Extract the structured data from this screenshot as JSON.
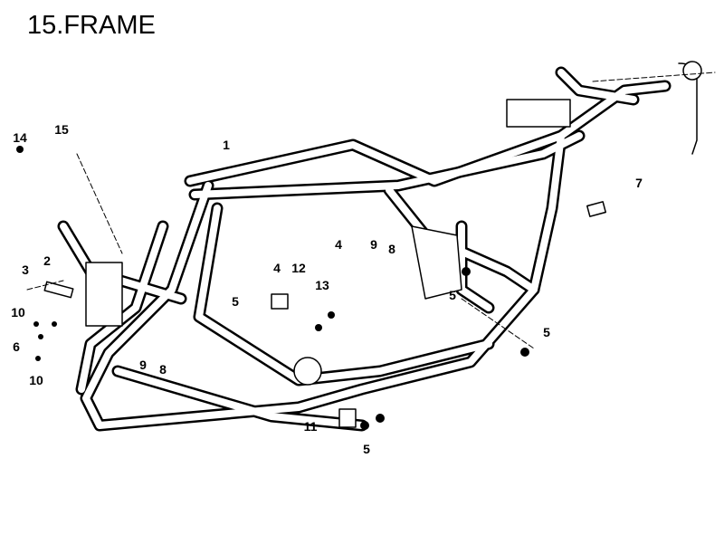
{
  "title": "15.FRAME",
  "callouts": [
    "14",
    "15",
    "1",
    "3",
    "2",
    "10",
    "6",
    "10",
    "9",
    "8",
    "4",
    "12",
    "5",
    "13",
    "4",
    "9",
    "8",
    "5",
    "7",
    "5",
    "11",
    "5"
  ]
}
